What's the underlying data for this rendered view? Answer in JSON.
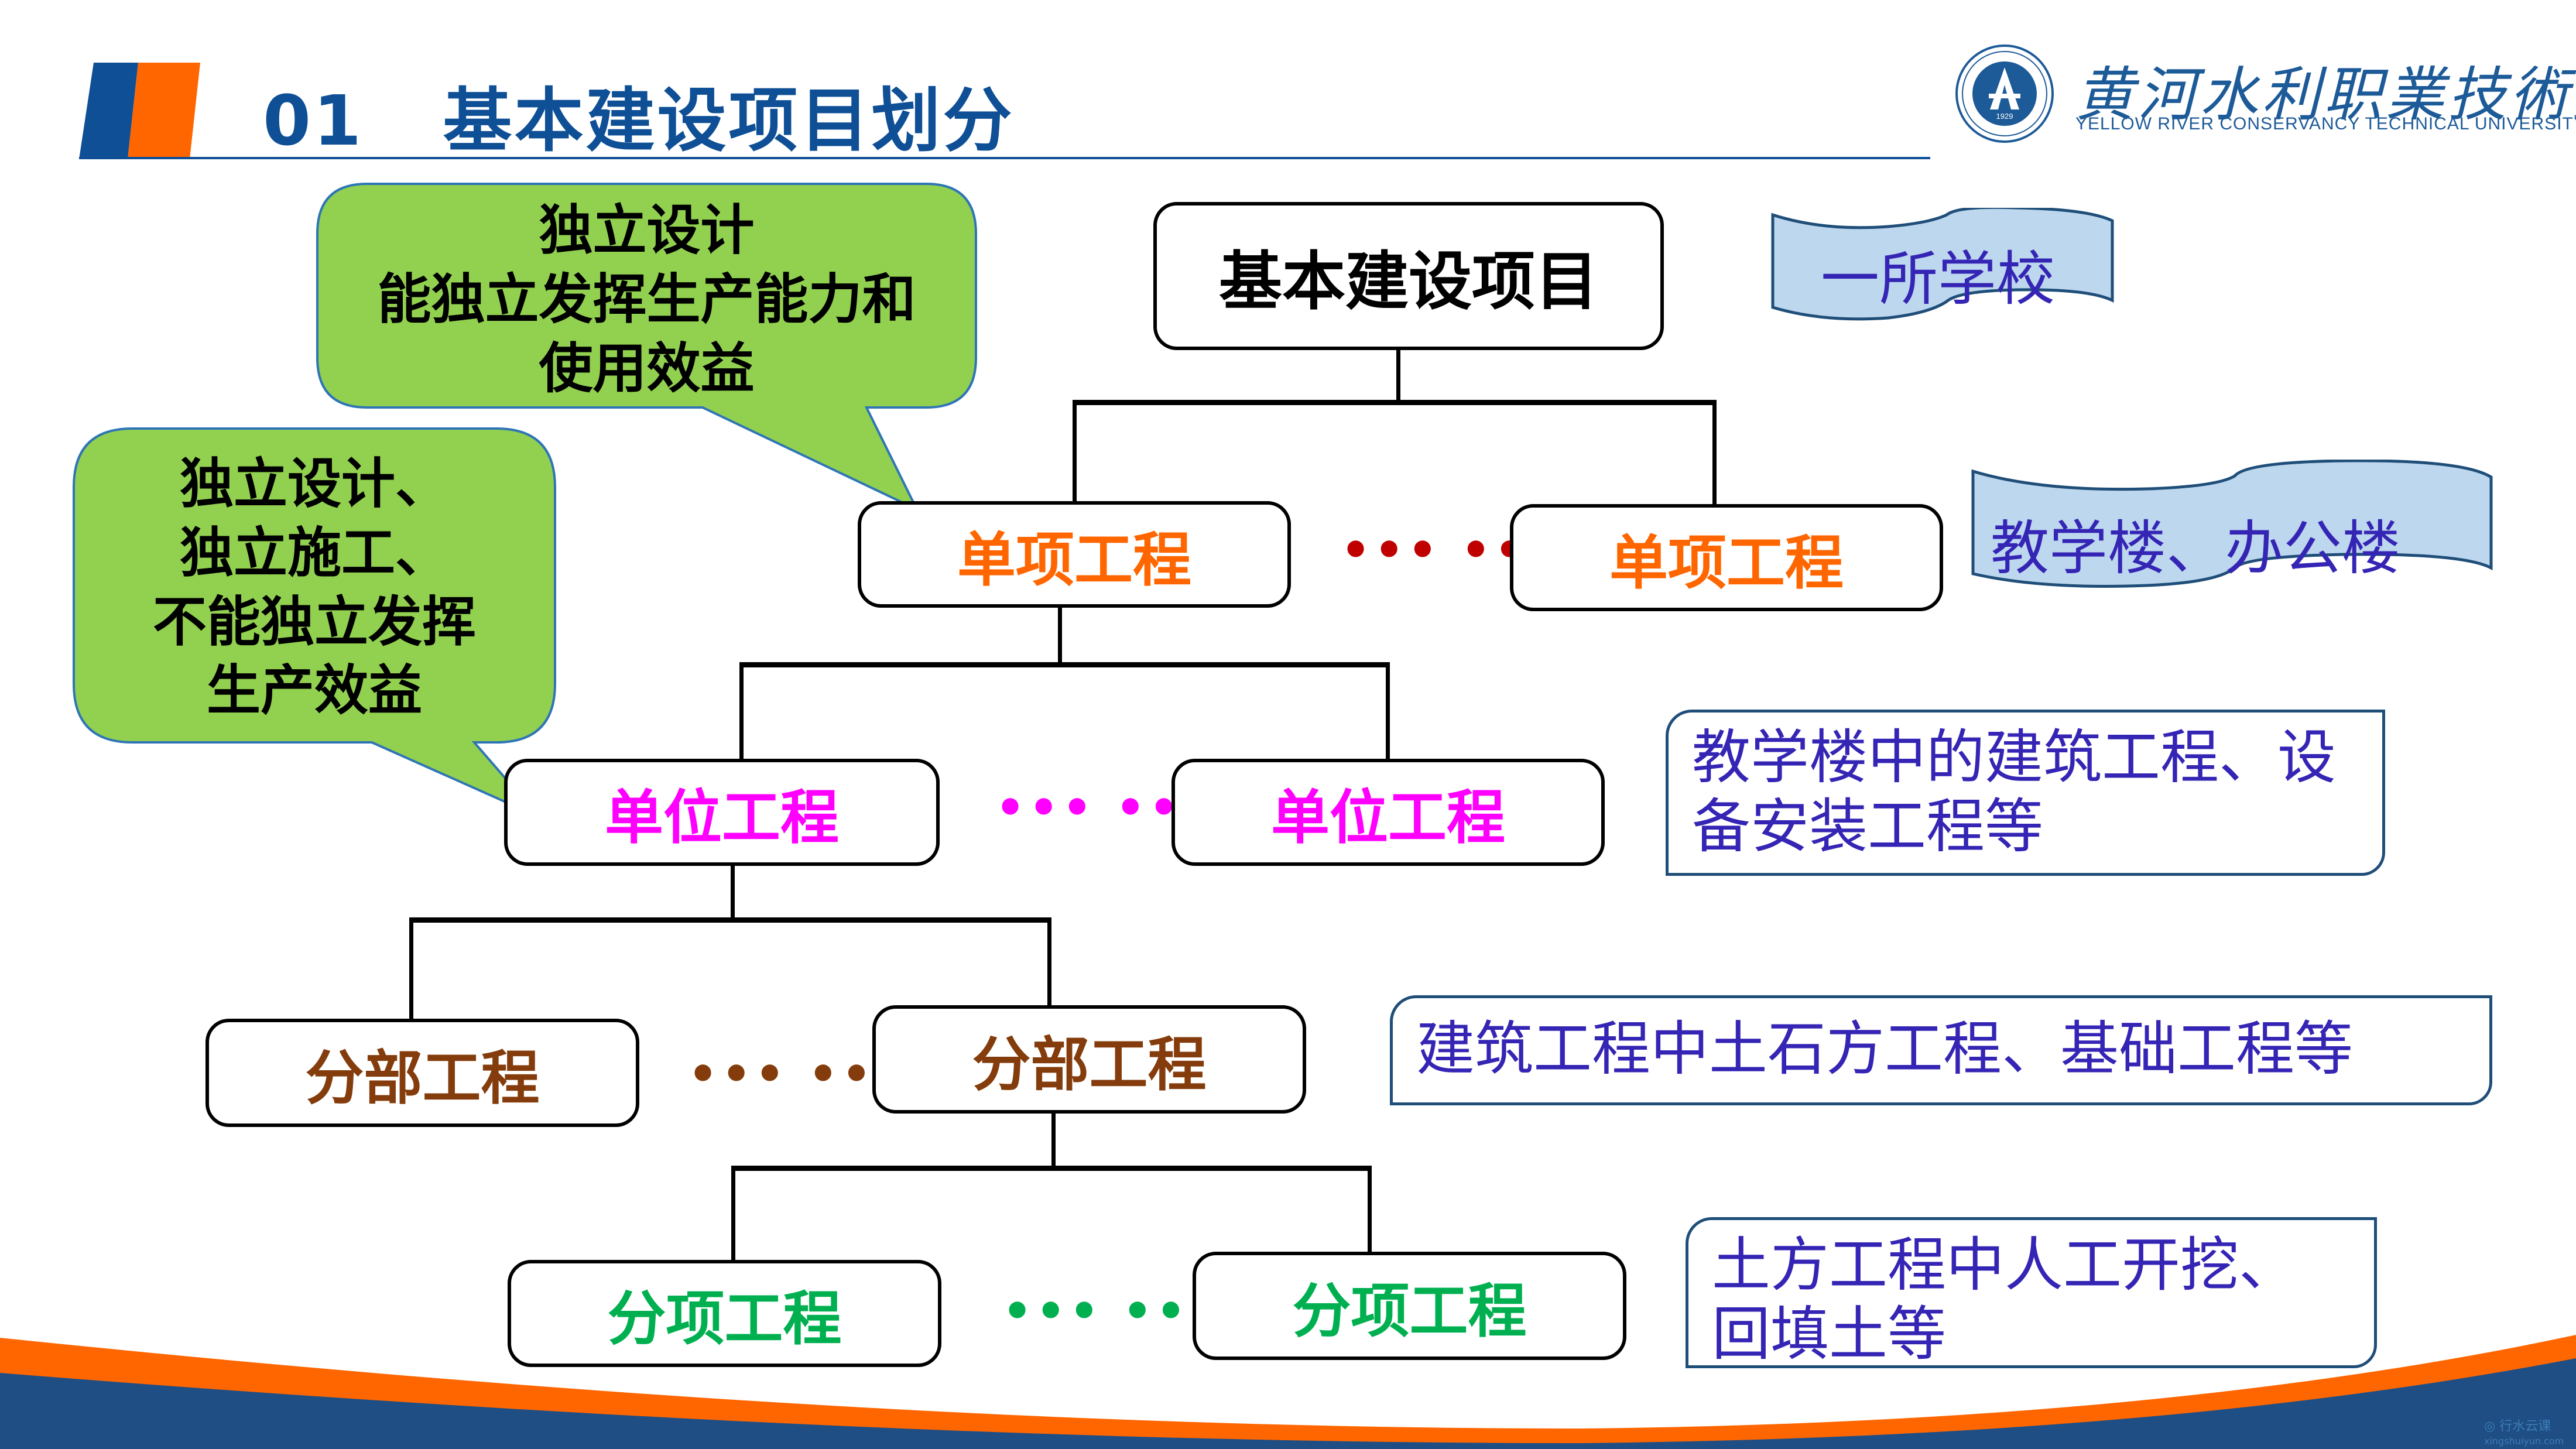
{
  "header": {
    "section_number": "01",
    "title": "基本建设项目划分",
    "colors": {
      "title": "#0e4f96",
      "stripe_blue": "#0e4f96",
      "stripe_orange": "#ff6600"
    }
  },
  "logo": {
    "name_cn": "黄河水利职業技術大學",
    "name_en": "YELLOW RIVER CONSERVANCY TECHNICAL UNIVERSITY",
    "seal_year": "1929",
    "seal_icon": "university-seal-icon"
  },
  "hierarchy": {
    "root": {
      "label": "基本建设项目",
      "color": "#000000"
    },
    "levels": [
      {
        "name": "单项工程",
        "left": "单项工程",
        "right": "单项工程",
        "color": "#ff6600",
        "dots": "…… ",
        "dots_color": "#c00000"
      },
      {
        "name": "单位工程",
        "left": "单位工程",
        "right": "单位工程",
        "color": "#ff00ff",
        "dots": "……",
        "dots_color": "#ff00ff"
      },
      {
        "name": "分部工程",
        "left": "分部工程",
        "right": "分部工程",
        "color": "#843c0c",
        "dots": "……",
        "dots_color": "#843c0c"
      },
      {
        "name": "分项工程",
        "left": "分项工程",
        "right": "分项工程",
        "color": "#00b050",
        "dots": "……",
        "dots_color": "#00b050"
      }
    ]
  },
  "examples": {
    "root": "一所学校",
    "level1": "教学楼、办公楼",
    "level2": [
      "教学楼中的建筑工程、设",
      "备安装工程等"
    ],
    "level3": "建筑工程中土石方工程、基础工程等",
    "level4": [
      "土方工程中人工开挖、",
      "回填土等"
    ],
    "color": "#3525b5"
  },
  "callouts": {
    "single_project": [
      "独立设计",
      "能独立发挥生产能力和",
      "使用效益"
    ],
    "unit_project": [
      "独立设计、",
      "独立施工、",
      "不能独立发挥",
      "生产效益"
    ],
    "fill_color": "#92d050"
  },
  "watermark": {
    "name": "行水云课",
    "url": "xingshuiyun.com"
  }
}
